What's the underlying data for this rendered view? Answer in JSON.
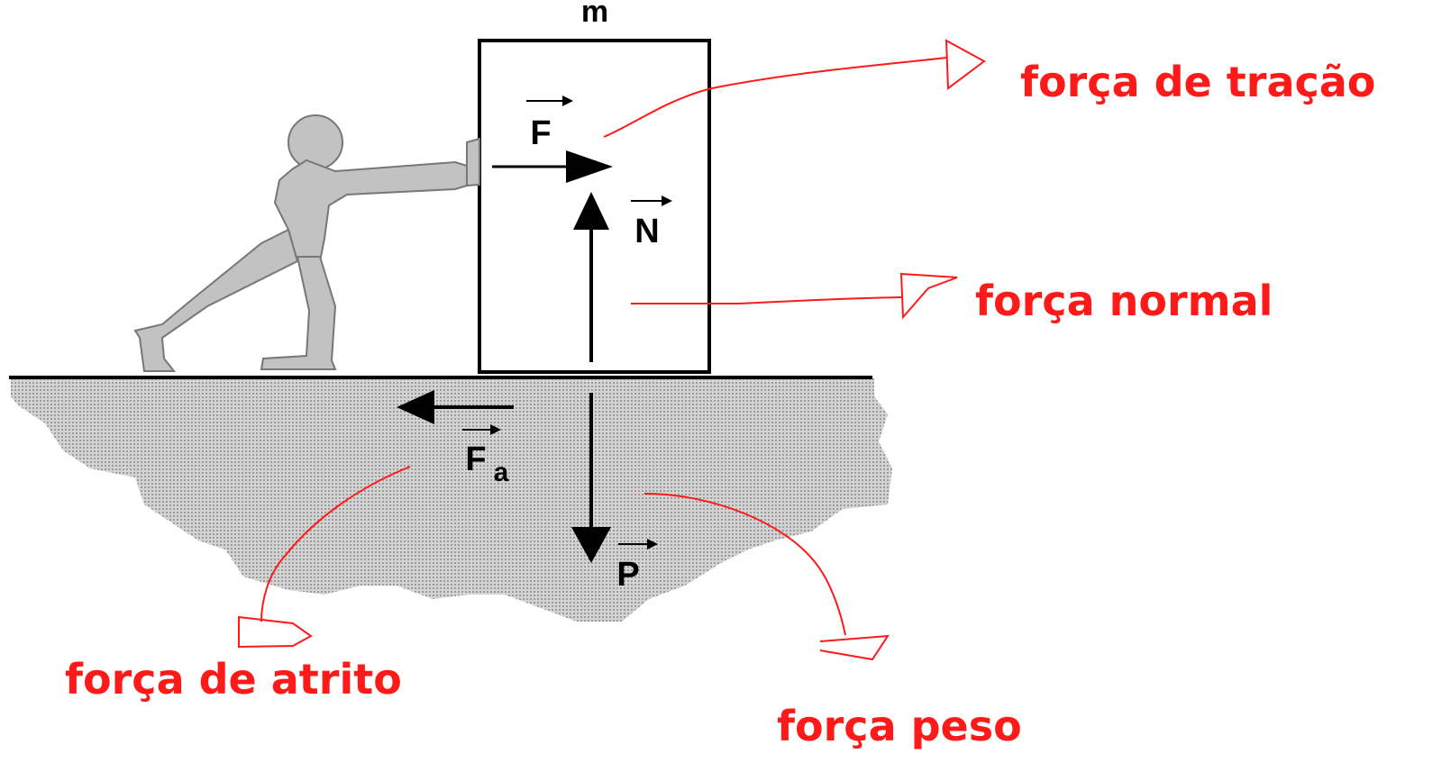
{
  "mass_label": "m",
  "vectors": {
    "traction": "F",
    "normal": "N",
    "friction_main": "F",
    "friction_sub": "a",
    "weight": "P"
  },
  "annotations": {
    "traction": "força de tração",
    "normal": "força normal",
    "friction": "força de atrito",
    "weight": "força peso"
  },
  "colors": {
    "annotation": "#ff1a1a",
    "ground": "#bdbdbd",
    "figure": "#c2c2c2",
    "ink": "#000000"
  }
}
